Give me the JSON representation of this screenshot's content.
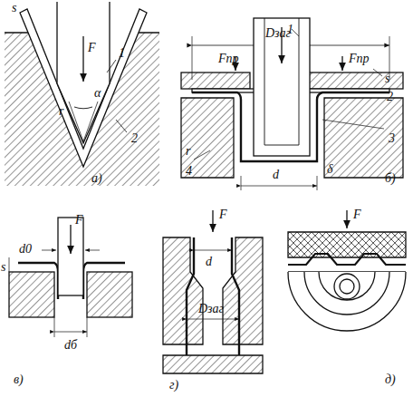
{
  "diagram": {
    "labels": [
      "s",
      "F",
      "1",
      "α",
      "r",
      "2",
      "а)",
      "Dзаг",
      "1",
      "Fпр",
      "Fпр",
      "s",
      "2",
      "3",
      "r",
      "4",
      "d",
      "δ",
      "б)",
      "d0",
      "F",
      "s",
      "dб",
      "в)",
      "F",
      "d",
      "Dзаг",
      "г)",
      "F",
      "д)"
    ]
  }
}
